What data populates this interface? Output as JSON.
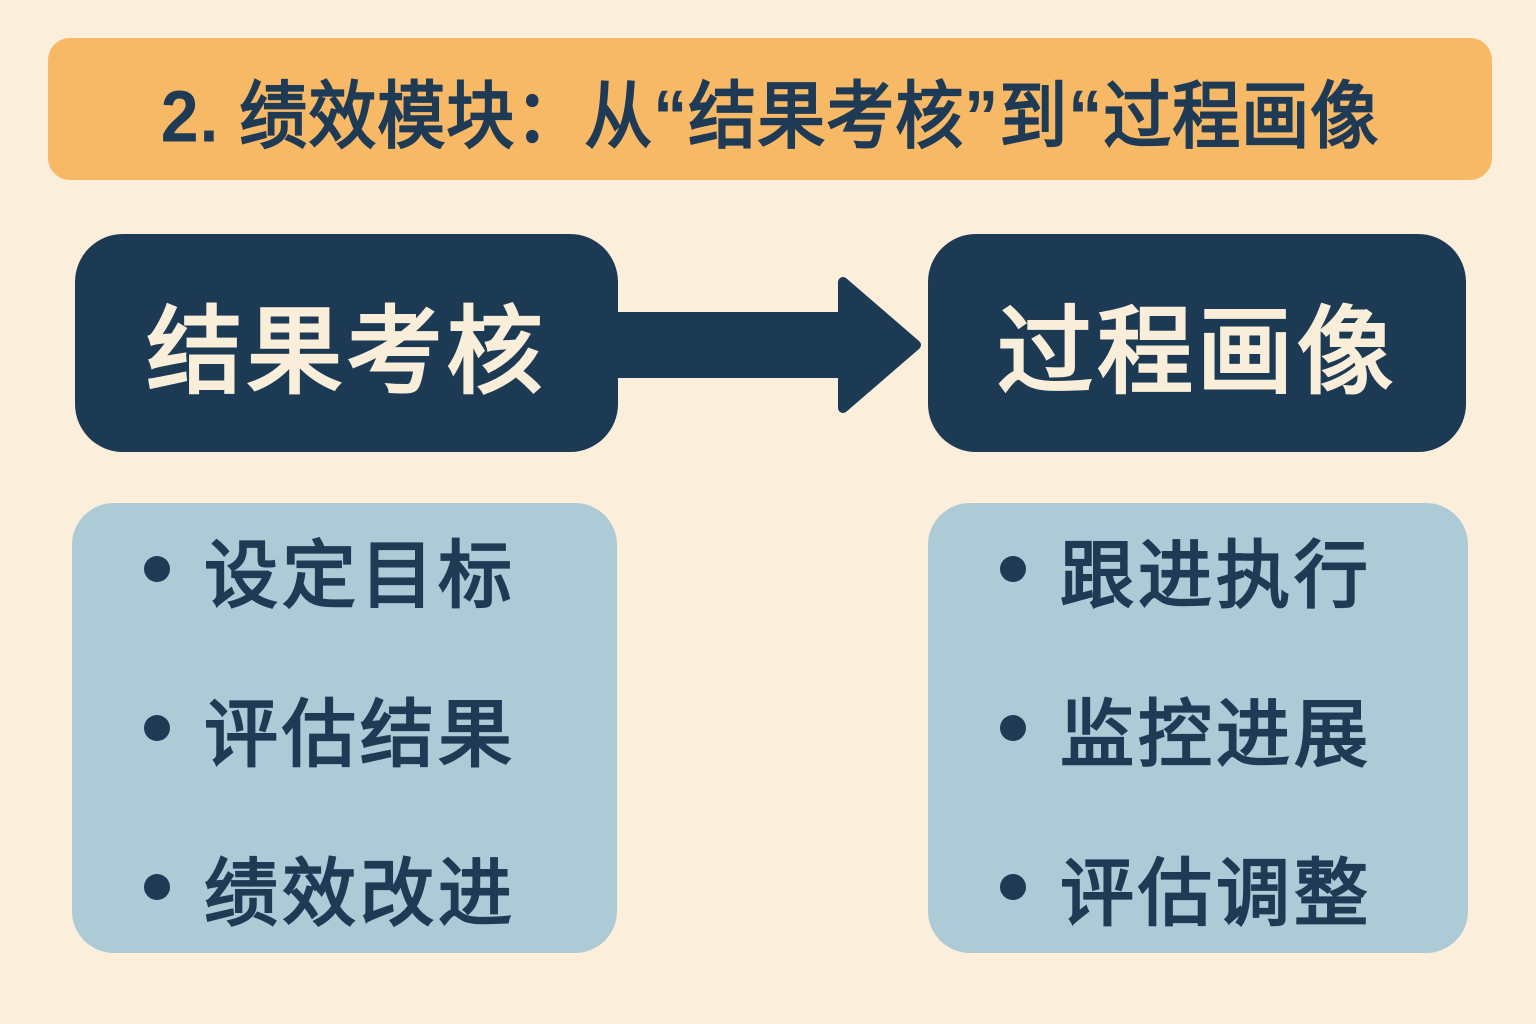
{
  "colors": {
    "bg": "#fbeedb",
    "banner": "#f7b966",
    "navy": "#1d3a54",
    "light_blue": "#adcad7",
    "cream_text": "#f8eed9",
    "text_navy": "#1e3a55"
  },
  "header": {
    "title": "2. 绩效模块：从“结果考核”到“过程画像"
  },
  "flow": {
    "from": {
      "label": "结果考核"
    },
    "to": {
      "label": "过程画像"
    },
    "arrow_icon": "arrow-right-icon"
  },
  "lists": {
    "bullet_icon": "dot-icon",
    "left": {
      "items": [
        "设定目标",
        "评估结果",
        "绩效改进"
      ]
    },
    "right": {
      "items": [
        "跟进执行",
        "监控进展",
        "评估调整"
      ]
    }
  }
}
